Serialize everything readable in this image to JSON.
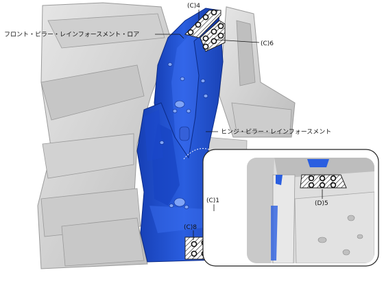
{
  "labels": {
    "front_pillar_reinforcement_lower": "フロント・ピラー・レインフォースメント・ロア",
    "hinge_pillar_reinforcement": "ヒンジ・ピラー・レインフォースメント",
    "c4": "(C)4",
    "c6": "(C)6",
    "c1": "(C)1",
    "c8": "(C)8",
    "d5": "(D)5"
  },
  "colors": {
    "part_blue": "#1f4fd1",
    "part_blue_dark": "#0f2f8f",
    "part_blue_light": "#4b7ff0",
    "body_gray": "#d9d9d9",
    "body_gray_dark": "#a8a8a8",
    "weld_hatch": "#555555",
    "weld_dot": "#111111"
  },
  "icons": {
    "weld_spot": "weld-spot-icon"
  }
}
